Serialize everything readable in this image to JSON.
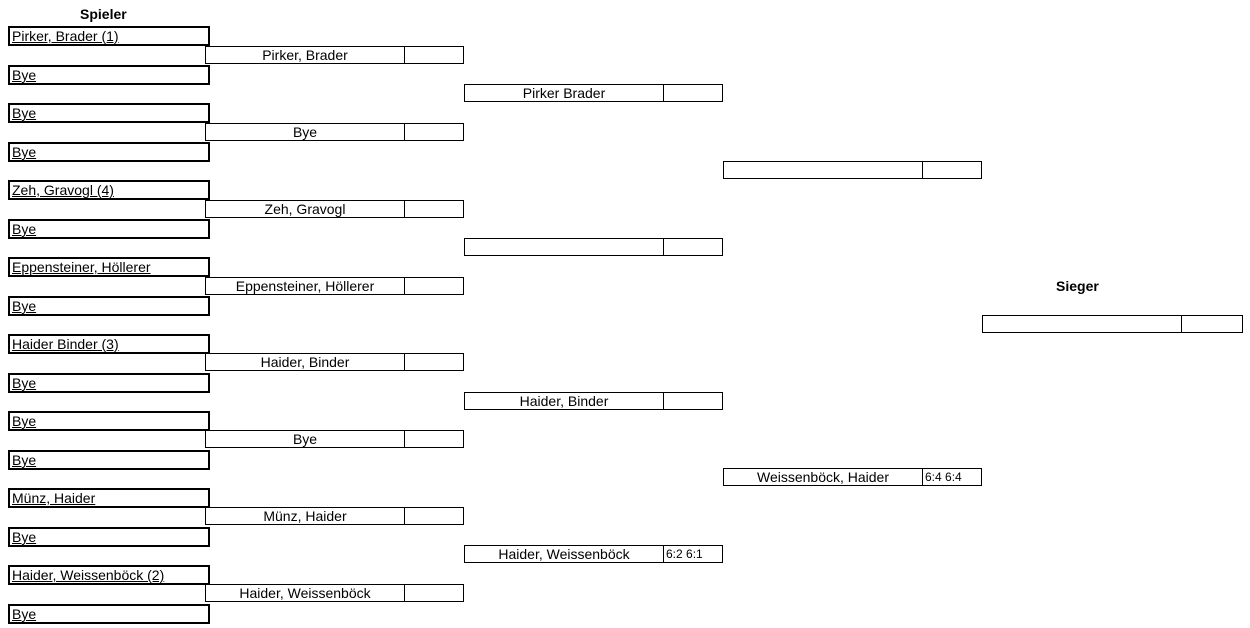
{
  "headers": {
    "players": "Spieler",
    "winner": "Sieger"
  },
  "round1": [
    "Pirker, Brader (1)",
    "Bye",
    "Bye",
    "Bye",
    "Zeh, Gravogl (4)",
    "Bye",
    "Eppensteiner, Höllerer",
    "Bye",
    "Haider Binder (3)",
    "Bye",
    "Bye",
    "Bye",
    "Münz, Haider",
    "Bye",
    "Haider, Weissenböck (2)",
    "Bye"
  ],
  "round2": [
    {
      "name": "Pirker, Brader",
      "score": ""
    },
    {
      "name": "Bye",
      "score": ""
    },
    {
      "name": "Zeh, Gravogl",
      "score": ""
    },
    {
      "name": "Eppensteiner, Höllerer",
      "score": ""
    },
    {
      "name": "Haider, Binder",
      "score": ""
    },
    {
      "name": "Bye",
      "score": ""
    },
    {
      "name": "Münz, Haider",
      "score": ""
    },
    {
      "name": "Haider, Weissenböck",
      "score": ""
    }
  ],
  "round3": [
    {
      "name": "Pirker Brader",
      "score": ""
    },
    {
      "name": "",
      "score": ""
    },
    {
      "name": "Haider, Binder",
      "score": ""
    },
    {
      "name": "Haider, Weissenböck",
      "score": "6:2 6:1"
    }
  ],
  "round4": [
    {
      "name": "",
      "score": ""
    },
    {
      "name": "Weissenböck, Haider",
      "score": "6:4 6:4"
    }
  ],
  "final": {
    "name": "",
    "score": ""
  }
}
